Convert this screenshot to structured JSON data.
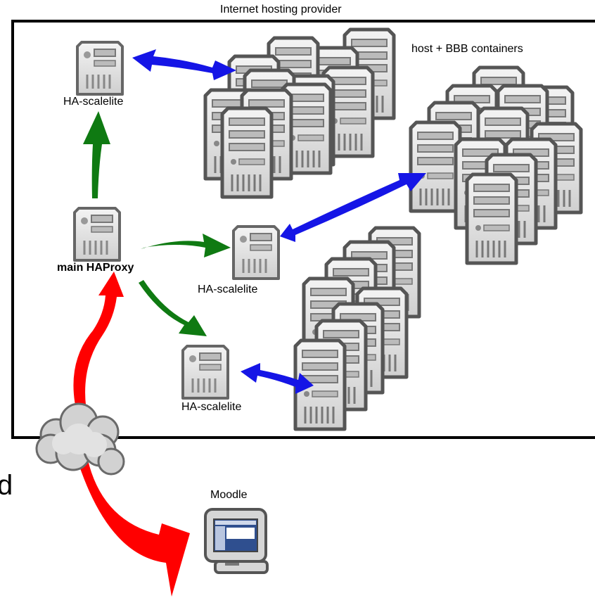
{
  "labels": {
    "provider": "Internet hosting provider",
    "containers": "host + BBB containers",
    "scalelite_top": "HA-scalelite",
    "main": "main HAProxy",
    "scalelite_mid": "HA-scalelite",
    "scalelite_bottom": "HA-scalelite",
    "moodle": "Moodle",
    "cut_letter": "d"
  },
  "icons": {
    "server": "server-icon",
    "cloud": "cloud-icon",
    "monitor": "monitor-icon"
  },
  "colors": {
    "frame": "#000000",
    "server_fill": "#e6e6e6",
    "server_stroke": "#666666",
    "lb_arrow": "#0f7a12",
    "bbb_arrow": "#1515e6",
    "internet_arrow": "#ff0000",
    "cloud": "#d0d0d0",
    "screen": "#2f4f8f"
  }
}
